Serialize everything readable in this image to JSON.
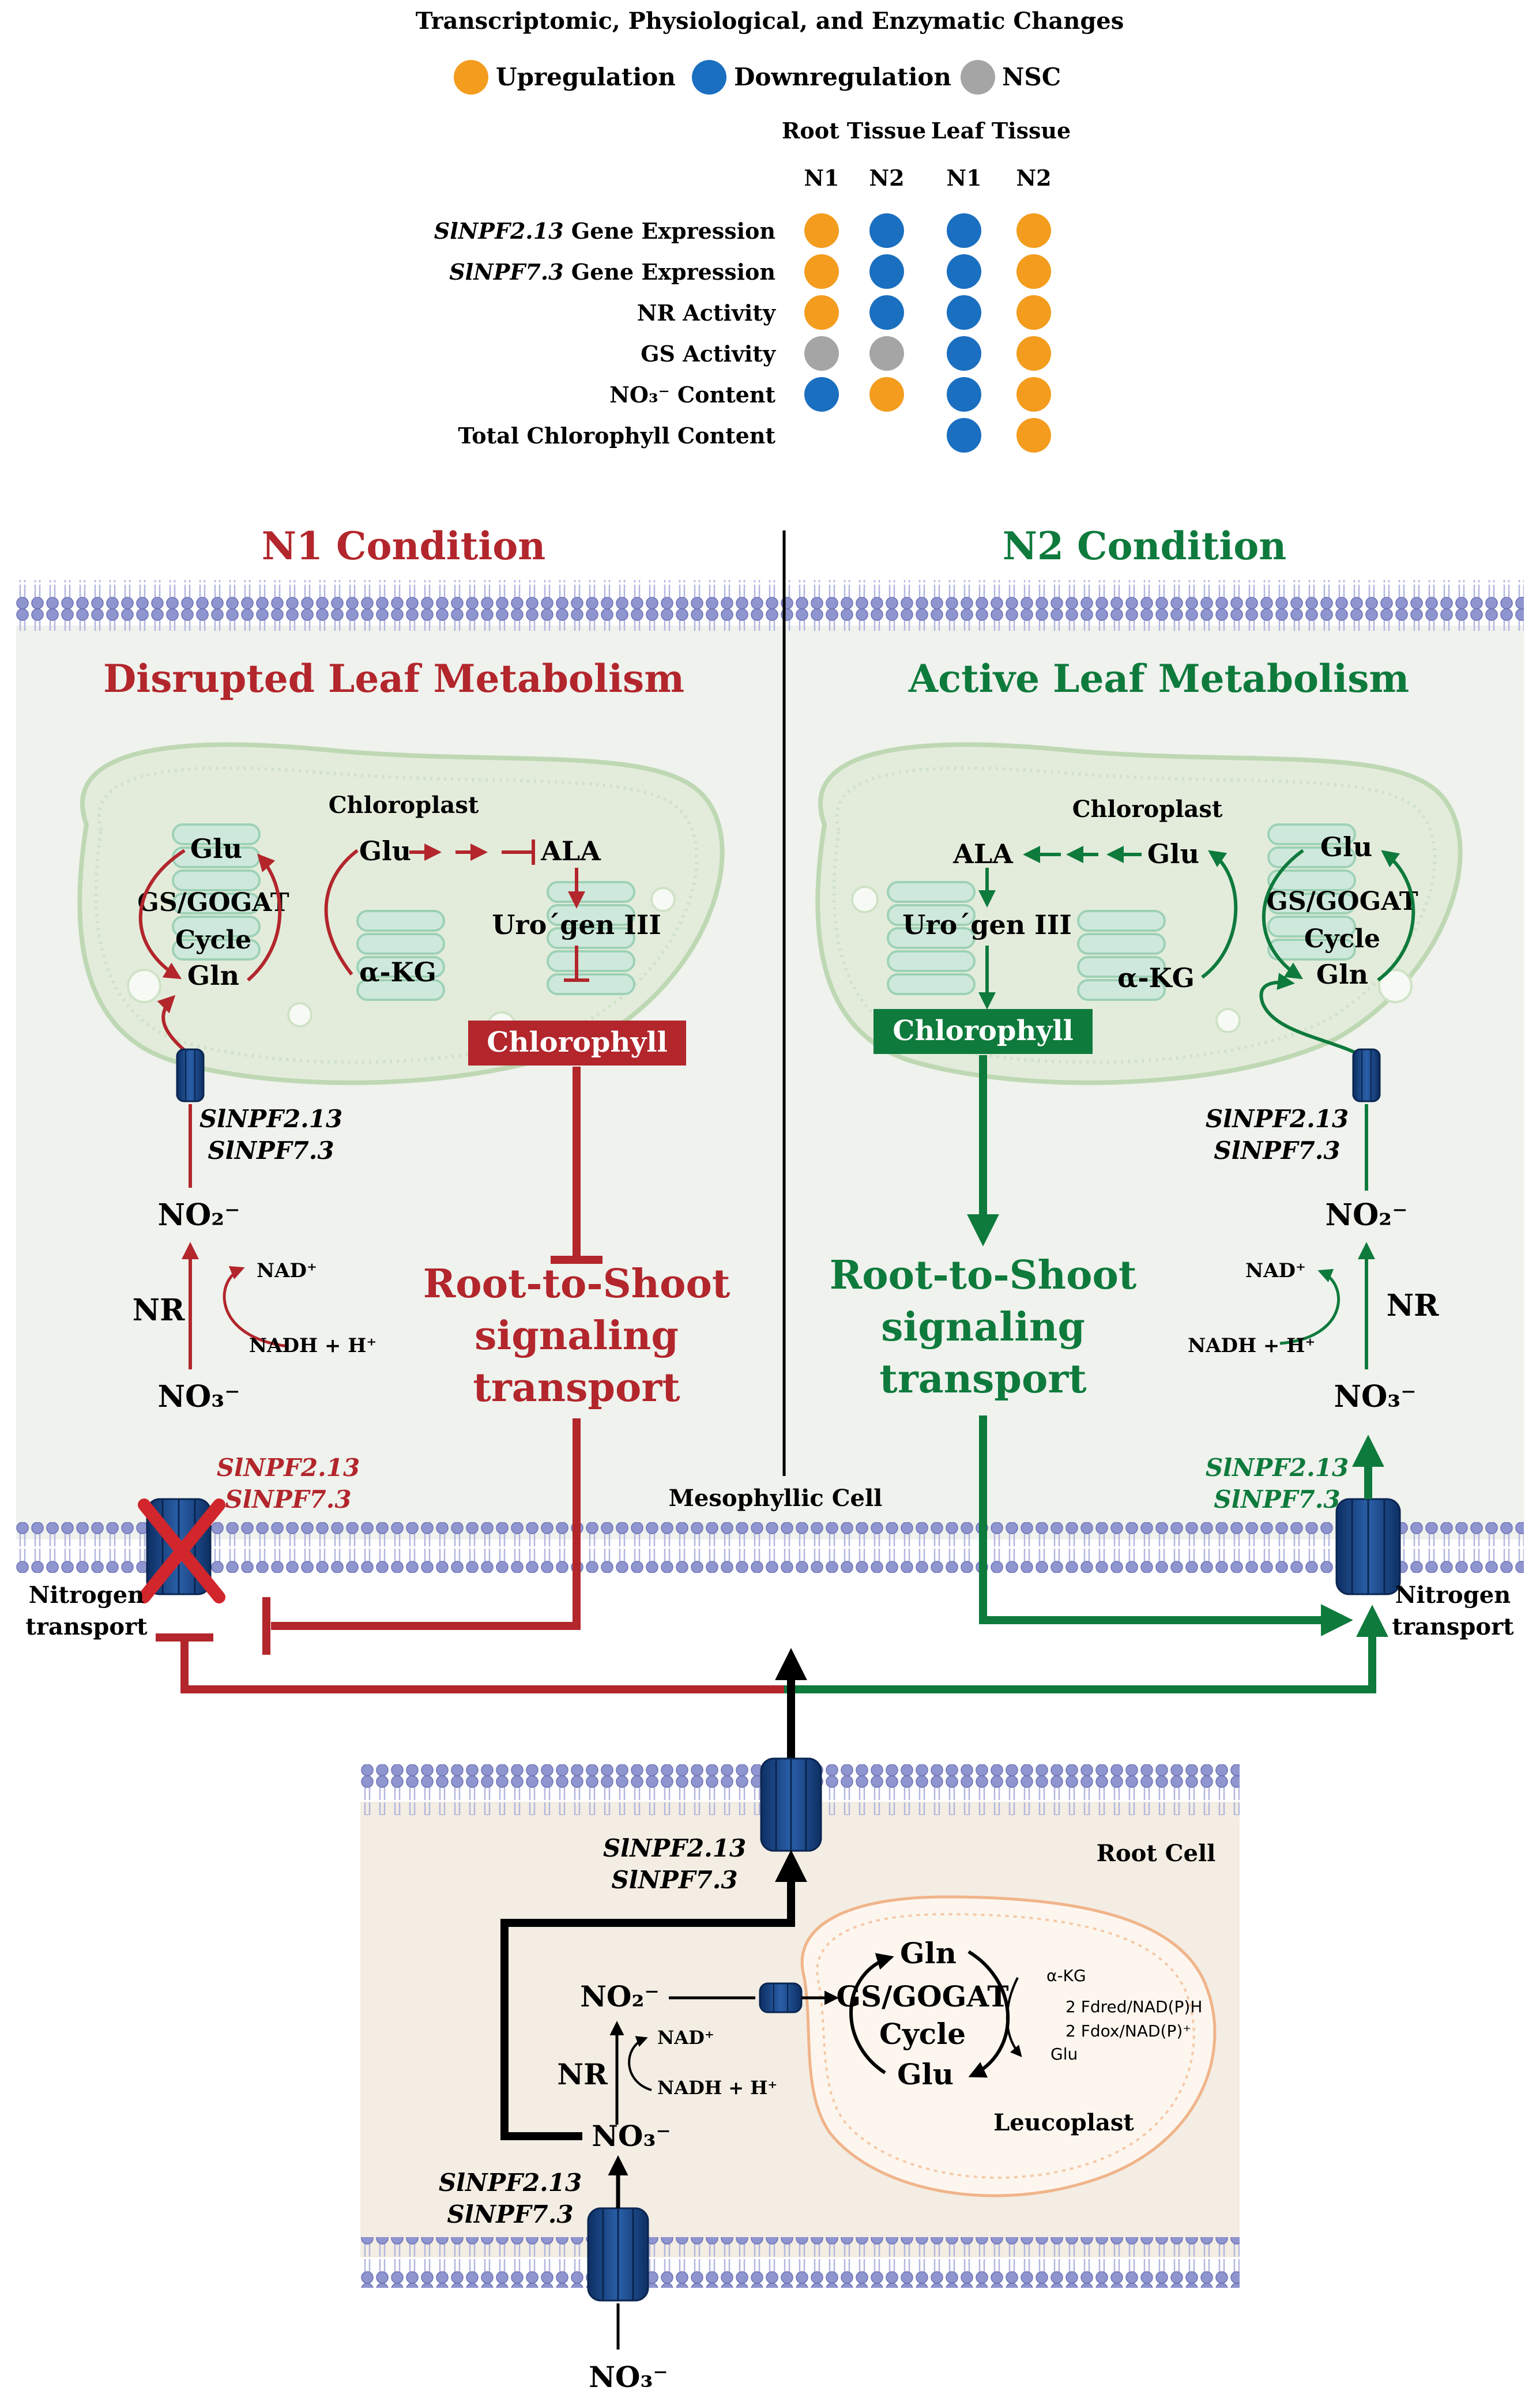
{
  "legend": {
    "title": "Transcriptomic, Physiological, and Enzymatic Changes",
    "items": [
      {
        "label": "Upregulation",
        "color": "#f39c1e"
      },
      {
        "label": "Downregulation",
        "color": "#1a6fc0"
      },
      {
        "label": "NSC",
        "color": "#a5a5a5"
      }
    ]
  },
  "table": {
    "group_headers": [
      "Root Tissue",
      "Leaf Tissue"
    ],
    "column_headers": [
      "N1",
      "N2",
      "N1",
      "N2"
    ],
    "rows": [
      {
        "prefix": "SlNPF2.13",
        "label": " Gene Expression",
        "cells": [
          "up",
          "down",
          "down",
          "up"
        ]
      },
      {
        "prefix": "SlNPF7.3",
        "label": " Gene Expression",
        "cells": [
          "up",
          "down",
          "down",
          "up"
        ]
      },
      {
        "prefix": "",
        "label": "NR Activity",
        "cells": [
          "up",
          "down",
          "down",
          "up"
        ]
      },
      {
        "prefix": "",
        "label": "GS Activity",
        "cells": [
          "nsc",
          "nsc",
          "down",
          "up"
        ]
      },
      {
        "prefix": "",
        "label": "NO₃⁻ Content",
        "cells": [
          "down",
          "up",
          "down",
          "up"
        ]
      },
      {
        "prefix": "",
        "label": "Total Chlorophyll Content",
        "cells": [
          "",
          "",
          "down",
          "up"
        ]
      }
    ]
  },
  "colors": {
    "n1": "#b2262c",
    "n2": "#0e7a3c",
    "up": "#f39c1e",
    "down": "#1a6fc0",
    "nsc": "#a5a5a5"
  },
  "n1": {
    "condition": "N1 Condition",
    "metabolism": "Disrupted Leaf Metabolism",
    "chloroplast": "Chloroplast",
    "glu_left": "Glu",
    "gsgogat": "GS/GOGAT",
    "cycle": "Cycle",
    "gln": "Gln",
    "glu_mid": "Glu",
    "ala": "ALA",
    "urogen": "Uro´gen III",
    "akg": "α-KG",
    "chlorophyll": "Chlorophyll",
    "transporters": [
      "SlNPF2.13",
      "SlNPF7.3"
    ],
    "no2": "NO₂⁻",
    "nr": "NR",
    "nad": "NAD⁺",
    "nadh": "NADH + H⁺",
    "no3": "NO₃⁻",
    "signal": [
      "Root-to-Shoot",
      "signaling",
      "transport"
    ],
    "blocked_transporters": [
      "SlNPF2.13",
      "SlNPF7.3"
    ],
    "nitrogen_transport": [
      "Nitrogen",
      "transport"
    ]
  },
  "n2": {
    "condition": "N2 Condition",
    "metabolism": "Active Leaf Metabolism",
    "chloroplast": "Chloroplast",
    "ala": "ALA",
    "glu_mid": "Glu",
    "glu_right": "Glu",
    "urogen": "Uro´gen III",
    "gsgogat": "GS/GOGAT",
    "cycle": "Cycle",
    "gln": "Gln",
    "akg": "α-KG",
    "chlorophyll": "Chlorophyll",
    "transporters": [
      "SlNPF2.13",
      "SlNPF7.3"
    ],
    "no2": "NO₂⁻",
    "nr": "NR",
    "nad": "NAD⁺",
    "nadh": "NADH + H⁺",
    "no3": "NO₃⁻",
    "signal": [
      "Root-to-Shoot",
      "signaling",
      "transport"
    ],
    "entry_transporters": [
      "SlNPF2.13",
      "SlNPF7.3"
    ],
    "nitrogen_transport": [
      "Nitrogen",
      "transport"
    ]
  },
  "mesophyll_label": "Mesophyllic Cell",
  "root": {
    "label": "Root Cell",
    "xylem_transporters": [
      "SlNPF2.13",
      "SlNPF7.3"
    ],
    "no2": "NO₂⁻",
    "nr": "NR",
    "nad": "NAD⁺",
    "nadh": "NADH + H⁺",
    "no3": "NO₃⁻",
    "gln": "Gln",
    "gsgogat": "GS/GOGAT",
    "cycle": "Cycle",
    "glu": "Glu",
    "akg": "α-KG",
    "fd_red": "2 Fdred/NAD(P)H",
    "fd_ox": "2 Fdox/NAD(P)⁺",
    "glu_small": "Glu",
    "leucoplast": "Leucoplast",
    "uptake_transporters": [
      "SlNPF2.13",
      "SlNPF7.3"
    ],
    "external_no3": "NO₃⁻"
  }
}
